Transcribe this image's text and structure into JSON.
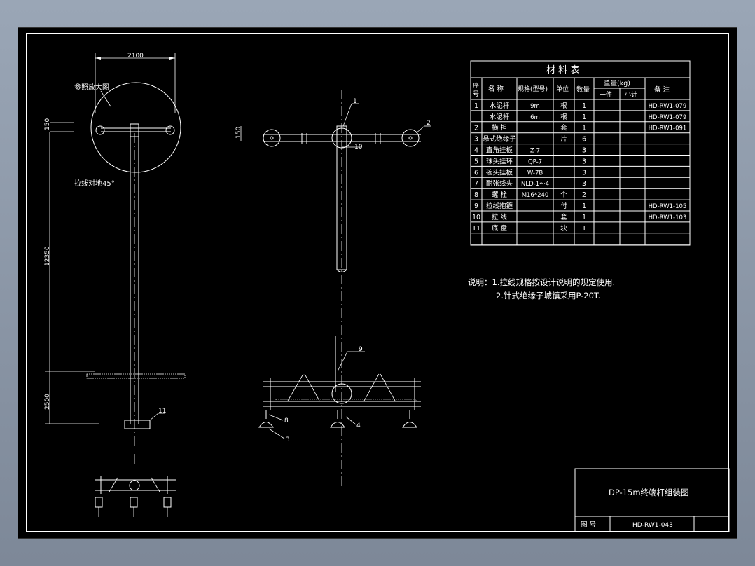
{
  "drawing": {
    "dims": {
      "top_width": "2100",
      "offset_150": "150",
      "height_12350": "12350",
      "depth_2500": "2500",
      "side_150": "150"
    },
    "notes_left": {
      "enlarge": "参照放大图",
      "guy_angle": "拉线对地45°"
    },
    "callouts": [
      "1",
      "2",
      "3",
      "4",
      "8",
      "9",
      "10",
      "11"
    ]
  },
  "table": {
    "title": "材  料  表",
    "headers": {
      "no": "序号",
      "name": "名  称",
      "spec": "规格(型号)",
      "unit": "单位",
      "qty": "数量",
      "weight": "重量(kg)",
      "w_each": "一件",
      "w_sub": "小计",
      "remark": "备  注"
    },
    "rows": [
      {
        "no": "1",
        "name": "水泥杆",
        "spec": "9m",
        "unit": "根",
        "qty": "1",
        "remark": "HD-RW1-079"
      },
      {
        "no": "",
        "name": "水泥杆",
        "spec": "6m",
        "unit": "根",
        "qty": "1",
        "remark": "HD-RW1-079"
      },
      {
        "no": "2",
        "name": "横  担",
        "spec": "",
        "unit": "套",
        "qty": "1",
        "remark": "HD-RW1-091"
      },
      {
        "no": "3",
        "name": "悬式绝缘子",
        "spec": "",
        "unit": "片",
        "qty": "6",
        "remark": ""
      },
      {
        "no": "4",
        "name": "直角挂板",
        "spec": "Z-7",
        "unit": "",
        "qty": "3",
        "remark": ""
      },
      {
        "no": "5",
        "name": "球头挂环",
        "spec": "QP-7",
        "unit": "",
        "qty": "3",
        "remark": ""
      },
      {
        "no": "6",
        "name": "碗头挂板",
        "spec": "W-7B",
        "unit": "",
        "qty": "3",
        "remark": ""
      },
      {
        "no": "7",
        "name": "耐张线夹",
        "spec": "NLD-1～4",
        "unit": "",
        "qty": "3",
        "remark": ""
      },
      {
        "no": "8",
        "name": "螺  栓",
        "spec": "M16*240",
        "unit": "个",
        "qty": "2",
        "remark": ""
      },
      {
        "no": "9",
        "name": "拉线抱箍",
        "spec": "",
        "unit": "付",
        "qty": "1",
        "remark": "HD-RW1-105"
      },
      {
        "no": "10",
        "name": "拉  线",
        "spec": "",
        "unit": "套",
        "qty": "1",
        "remark": "HD-RW1-103"
      },
      {
        "no": "11",
        "name": "底  盘",
        "spec": "",
        "unit": "块",
        "qty": "1",
        "remark": ""
      },
      {
        "no": "",
        "name": "",
        "spec": "",
        "unit": "",
        "qty": "",
        "remark": ""
      }
    ]
  },
  "notes": {
    "line1": "说明：1.拉线规格按设计说明的规定使用.",
    "line2": "2.针式绝缘子城镇采用P-20T."
  },
  "title_block": {
    "title": "DP-15m终端杆组装图",
    "drawing_no_label": "图  号",
    "drawing_no": "HD-RW1-043"
  }
}
